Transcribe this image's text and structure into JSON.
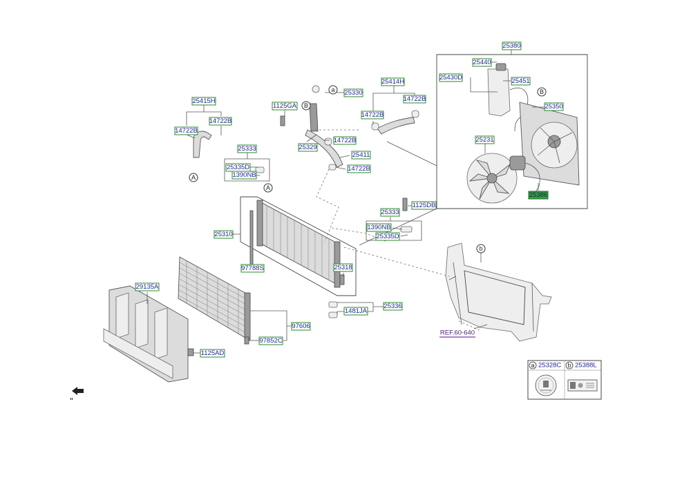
{
  "diagram": {
    "parts": [
      {
        "code": "25380",
        "highlight": false
      },
      {
        "code": "25440",
        "highlight": false
      },
      {
        "code": "25430D",
        "highlight": false
      },
      {
        "code": "25451",
        "highlight": false
      },
      {
        "code": "25350",
        "highlight": false
      },
      {
        "code": "25231",
        "highlight": false
      },
      {
        "code": "25386",
        "highlight": true
      },
      {
        "code": "25330",
        "highlight": false
      },
      {
        "code": "25414H",
        "highlight": false
      },
      {
        "code": "14722B",
        "highlight": false
      },
      {
        "code": "1125GA",
        "highlight": false
      },
      {
        "code": "25415H",
        "highlight": false
      },
      {
        "code": "25333",
        "highlight": false
      },
      {
        "code": "25335D",
        "highlight": false
      },
      {
        "code": "1390NB",
        "highlight": false
      },
      {
        "code": "25329",
        "highlight": false
      },
      {
        "code": "25411",
        "highlight": false
      },
      {
        "code": "1125DB",
        "highlight": false
      },
      {
        "code": "25310",
        "highlight": false
      },
      {
        "code": "97788S",
        "highlight": false
      },
      {
        "code": "25318",
        "highlight": false
      },
      {
        "code": "25336",
        "highlight": false
      },
      {
        "code": "1481JA",
        "highlight": false
      },
      {
        "code": "29135A",
        "highlight": false
      },
      {
        "code": "97606",
        "highlight": false
      },
      {
        "code": "97852C",
        "highlight": false
      },
      {
        "code": "1125AD",
        "highlight": false
      }
    ],
    "callouts": {
      "a": "a",
      "b": "b",
      "A": "A",
      "B": "B"
    },
    "reference": "REF.60-640",
    "table": {
      "col_a_letter": "a",
      "col_a_code": "25328C",
      "col_b_letter": "b",
      "col_b_code": "25388L"
    }
  }
}
